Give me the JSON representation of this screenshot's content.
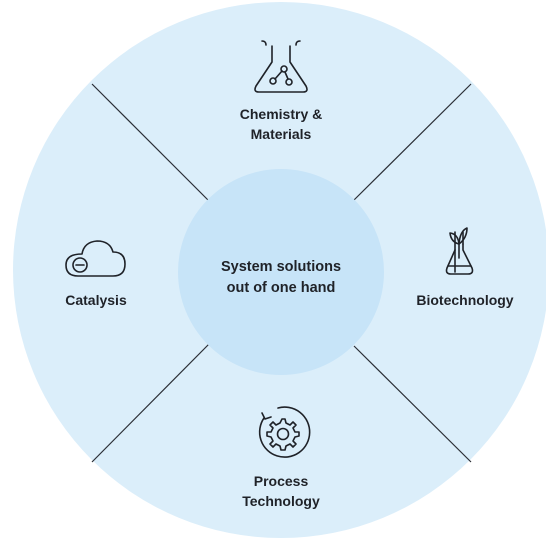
{
  "colors": {
    "outer_ring": "#dbeefa",
    "inner_circle": "#c7e4f8",
    "divider_lines": "#2a2e35",
    "icon_stroke": "#1f2228",
    "text": "#1f2228"
  },
  "center": {
    "line1": "System solutions",
    "line2": "out of one hand"
  },
  "segments": [
    {
      "id": "top",
      "icon": "flask-icon",
      "lines": [
        "Chemistry &",
        "Materials"
      ]
    },
    {
      "id": "right",
      "icon": "plant-flask-icon",
      "lines": [
        "Biotechnology"
      ]
    },
    {
      "id": "bottom",
      "icon": "gear-cycle-icon",
      "lines": [
        "Process",
        "Technology"
      ]
    },
    {
      "id": "left",
      "icon": "cloud-icon",
      "lines": [
        "Catalysis"
      ]
    }
  ]
}
